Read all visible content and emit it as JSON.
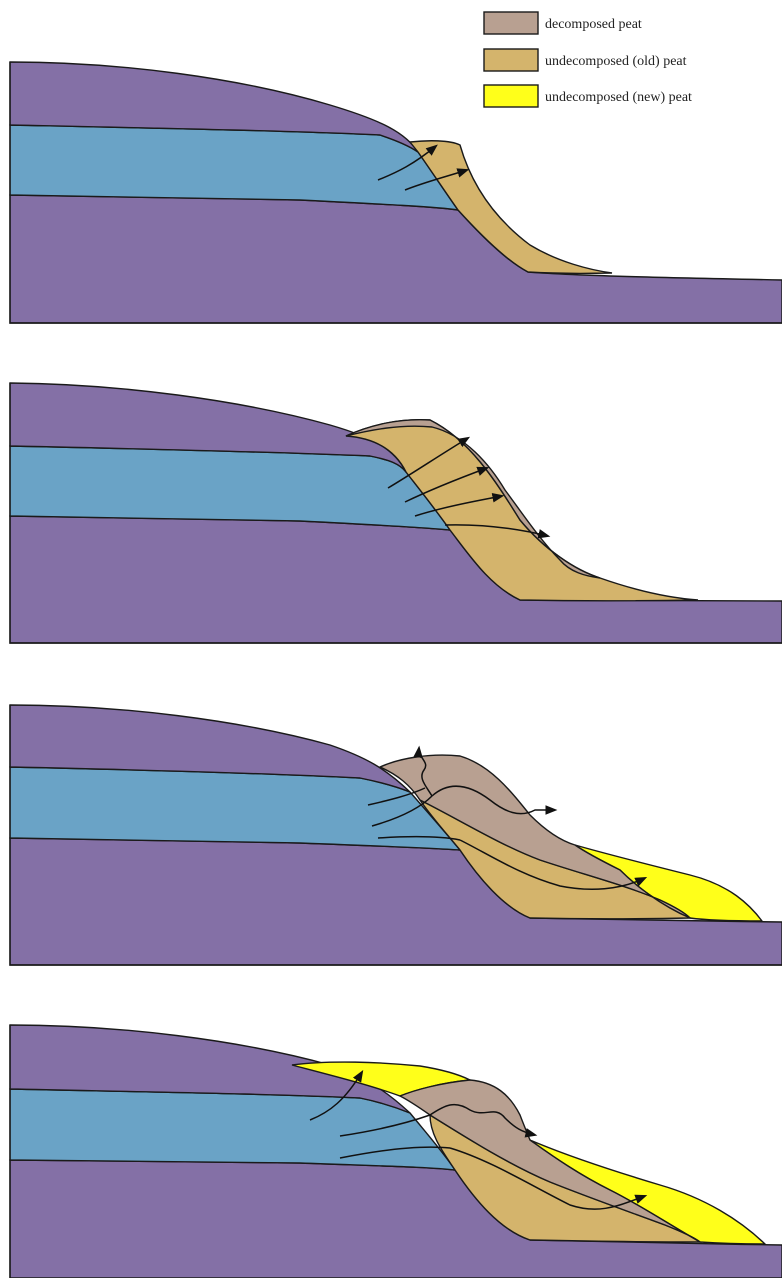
{
  "legend": {
    "items": [
      {
        "label": "decomposed peat",
        "color": "#b8a091"
      },
      {
        "label": "undecomposed (old) peat",
        "color": "#d4b46c"
      },
      {
        "label": "undecomposed (new) peat",
        "color": "#ffff1a"
      }
    ]
  },
  "colors": {
    "bedrock": "#8470a6",
    "aquifer": "#6aa3c6",
    "outline": "#1a1a1a",
    "arrows": "#111111"
  },
  "panels_count": 4
}
